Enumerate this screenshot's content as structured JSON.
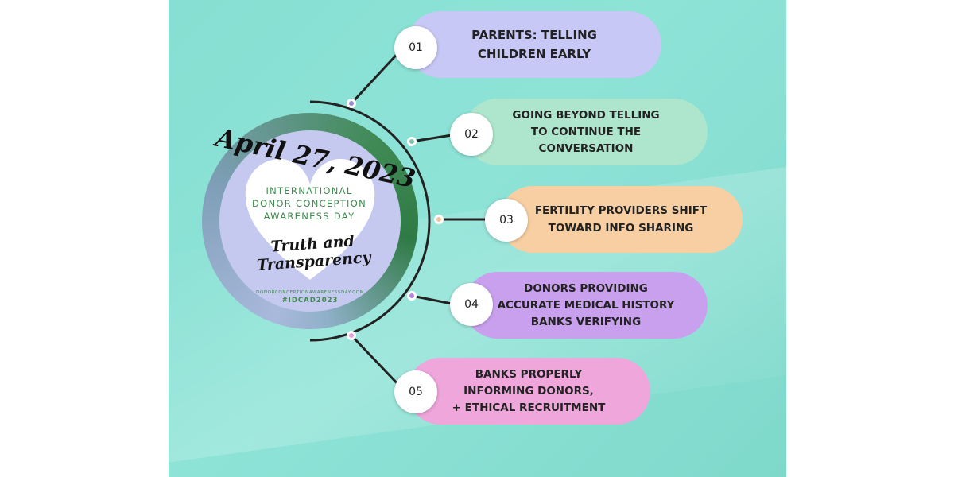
{
  "badge": {
    "date": "April 27, 2023",
    "title_lines": [
      "INTERNATIONAL",
      "DONOR CONCEPTION",
      "AWARENESS DAY"
    ],
    "theme_lines": [
      "Truth and",
      "Transparency"
    ],
    "website": "DONORCONCEPTIONAWARENESSDAY.COM",
    "hashtag": "#IDCAD2023"
  },
  "steps": [
    {
      "number": "01",
      "text": "PARENTS: TELLING\nCHILDREN EARLY",
      "color": "#c8c8f6"
    },
    {
      "number": "02",
      "text": "GOING BEYOND TELLING\nTO CONTINUE THE\nCONVERSATION",
      "color": "#aee6cd"
    },
    {
      "number": "03",
      "text": "FERTILITY PROVIDERS SHIFT\nTOWARD INFO SHARING",
      "color": "#f7cfa2"
    },
    {
      "number": "04",
      "text": "DONORS PROVIDING\nACCURATE MEDICAL HISTORY\nBANKS VERIFYING",
      "color": "#c9a0ee"
    },
    {
      "number": "05",
      "text": "BANKS PROPERLY\nINFORMING DONORS,\n+ ETHICAL RECRUITMENT",
      "color": "#eea6db"
    }
  ],
  "colors": {
    "background": "#8ee3d7",
    "badge_ring_green": "#3f8a55",
    "badge_ring_blue": "#a9b9dc",
    "badge_inner": "#c5c9ef",
    "connector": "#222222",
    "dot_1": "#8f8ad6",
    "dot_2": "#7cc6b0",
    "dot_3": "#f2c49c",
    "dot_4": "#b585e4",
    "dot_5": "#e6a5d8"
  }
}
